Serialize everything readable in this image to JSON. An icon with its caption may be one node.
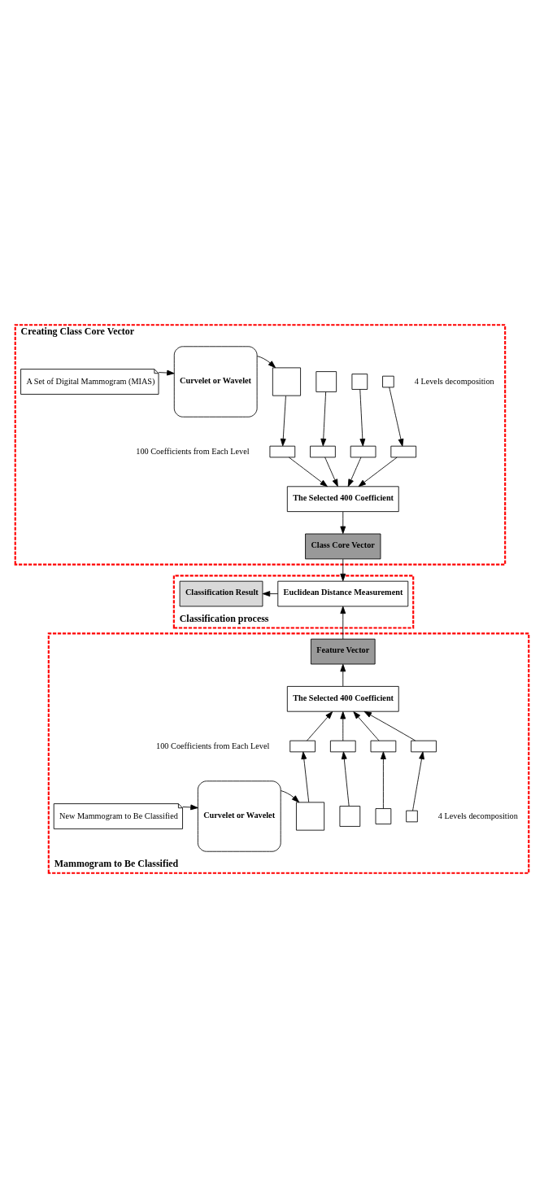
{
  "diagram": {
    "nodes": [
      {
        "text": [
          "Creating Class Core Vector"
        ]
      },
      {
        "text": [
          "A Set of Digital Mammogram (MIAS)"
        ],
        "in": 0
      },
      {
        "text": [
          "Curvelet or Wavelet"
        ],
        "in": 0
      },
      {
        "text": [],
        "shape": "box",
        "in": 0
      },
      {
        "text": [],
        "shape": "box",
        "in": 0
      },
      {
        "text": [],
        "shape": "box",
        "in": 0
      },
      {
        "text": [],
        "shape": "box",
        "in": 0
      },
      {
        "text": [],
        "shape": "box",
        "in": 0
      },
      {
        "text": [],
        "shape": "box",
        "in": 0
      },
      {
        "text": [],
        "shape": "box",
        "in": 0
      },
      {
        "text": [],
        "shape": "box",
        "in": 0
      },
      {
        "text": [
          "The Selected 400 Coefficient"
        ],
        "in": 0
      },
      {
        "text": [
          "Class Core Vector"
        ],
        "in": 0
      },
      {
        "text": [
          "Classification process"
        ]
      },
      {
        "text": [
          "Classification Result"
        ],
        "in": 13
      },
      {
        "text": [
          "Euclidean Distance Measurement"
        ],
        "in": 13
      },
      {
        "text": [
          "Mammogram to Be Classified"
        ]
      },
      {
        "text": [
          "Feature Vector"
        ],
        "in": 16
      },
      {
        "text": [
          "The Selected 400 Coefficient"
        ],
        "in": 16
      },
      {
        "text": [],
        "shape": "box",
        "in": 16
      },
      {
        "text": [],
        "shape": "box",
        "in": 16
      },
      {
        "text": [],
        "shape": "box",
        "in": 16
      },
      {
        "text": [],
        "shape": "box",
        "in": 16
      },
      {
        "text": [
          "New Mammogram to Be Classified"
        ],
        "in": 16
      },
      {
        "text": [
          "Curvelet or Wavelet"
        ],
        "in": 16
      },
      {
        "text": [],
        "shape": "box",
        "in": 16
      },
      {
        "text": [],
        "shape": "box",
        "in": 16
      },
      {
        "text": [],
        "shape": "box",
        "in": 16
      },
      {
        "text": [],
        "shape": "box",
        "in": 16
      }
    ],
    "edges": [
      {
        "from": 1,
        "to": 2,
        "arrow": "to"
      },
      {
        "from": 2,
        "to": 3,
        "arrow": "to"
      },
      {
        "from": 3,
        "to": 7,
        "arrow": "to"
      },
      {
        "from": 4,
        "to": 8,
        "arrow": "to"
      },
      {
        "from": 5,
        "to": 9,
        "arrow": "to"
      },
      {
        "from": 6,
        "to": 10,
        "arrow": "to"
      },
      {
        "from": 7,
        "to": 11,
        "arrow": "to"
      },
      {
        "from": 8,
        "to": 11,
        "arrow": "to"
      },
      {
        "from": 9,
        "to": 11,
        "arrow": "to"
      },
      {
        "from": 10,
        "to": 11,
        "arrow": "to"
      },
      {
        "from": 11,
        "to": 12,
        "arrow": "to"
      },
      {
        "from": 12,
        "to": 15,
        "arrow": "to"
      },
      {
        "from": 15,
        "to": 14,
        "arrow": "to"
      },
      {
        "from": 17,
        "to": 15,
        "arrow": "to"
      },
      {
        "from": 18,
        "to": 17,
        "arrow": "to"
      },
      {
        "from": 19,
        "to": 18,
        "arrow": "to"
      },
      {
        "from": 20,
        "to": 18,
        "arrow": "to"
      },
      {
        "from": 21,
        "to": 18,
        "arrow": "to"
      },
      {
        "from": 22,
        "to": 18,
        "arrow": "to"
      },
      {
        "from": 25,
        "to": 19,
        "arrow": "to"
      },
      {
        "from": 26,
        "to": 20,
        "arrow": "to"
      },
      {
        "from": 27,
        "to": 21,
        "arrow": "to"
      },
      {
        "from": 28,
        "to": 22,
        "arrow": "to"
      },
      {
        "from": 23,
        "to": 24,
        "arrow": "to"
      },
      {
        "from": 24,
        "to": 25,
        "arrow": "to"
      }
    ],
    "labels": [
      "4 Levels decomposition",
      "100 Coefficients from Each Level",
      "100 Coefficients from Each Level",
      "4 Levels decomposition"
    ]
  }
}
